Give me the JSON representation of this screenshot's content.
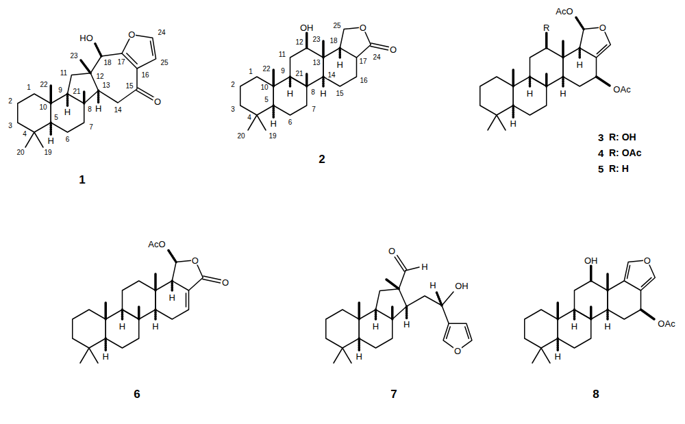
{
  "diagram": {
    "labels": [
      "HO",
      "O",
      "24",
      "25",
      "18",
      "17",
      "23",
      "16",
      "1",
      "22",
      "11",
      "12",
      "15",
      "O",
      "2",
      "10",
      "9",
      "21",
      "13",
      "14",
      "3",
      "5",
      "8",
      "4",
      "6",
      "7",
      "20",
      "19",
      "H",
      "H",
      "H",
      "1",
      "OH",
      "25",
      "O",
      "O",
      "12",
      "23",
      "11",
      "1",
      "22",
      "13",
      "18",
      "24",
      "H",
      "17",
      "2",
      "10",
      "9",
      "21",
      "14",
      "3",
      "5",
      "H",
      "8",
      "H",
      "15",
      "16",
      "4",
      "6",
      "7",
      "H",
      "20",
      "19",
      "2",
      "AcO",
      "O",
      "R",
      "H",
      "H",
      "H",
      "OAc",
      "H",
      "3",
      "R: OH",
      "4",
      "R: OAc",
      "5",
      "R: H",
      "AcO",
      "O",
      "O",
      "H",
      "H",
      "H",
      "H",
      "6",
      "O",
      "H",
      "H",
      "OH",
      "O",
      "H",
      "H",
      "H",
      "7",
      "OH",
      "O",
      "H",
      "H",
      "H",
      "OAc",
      "8"
    ]
  }
}
